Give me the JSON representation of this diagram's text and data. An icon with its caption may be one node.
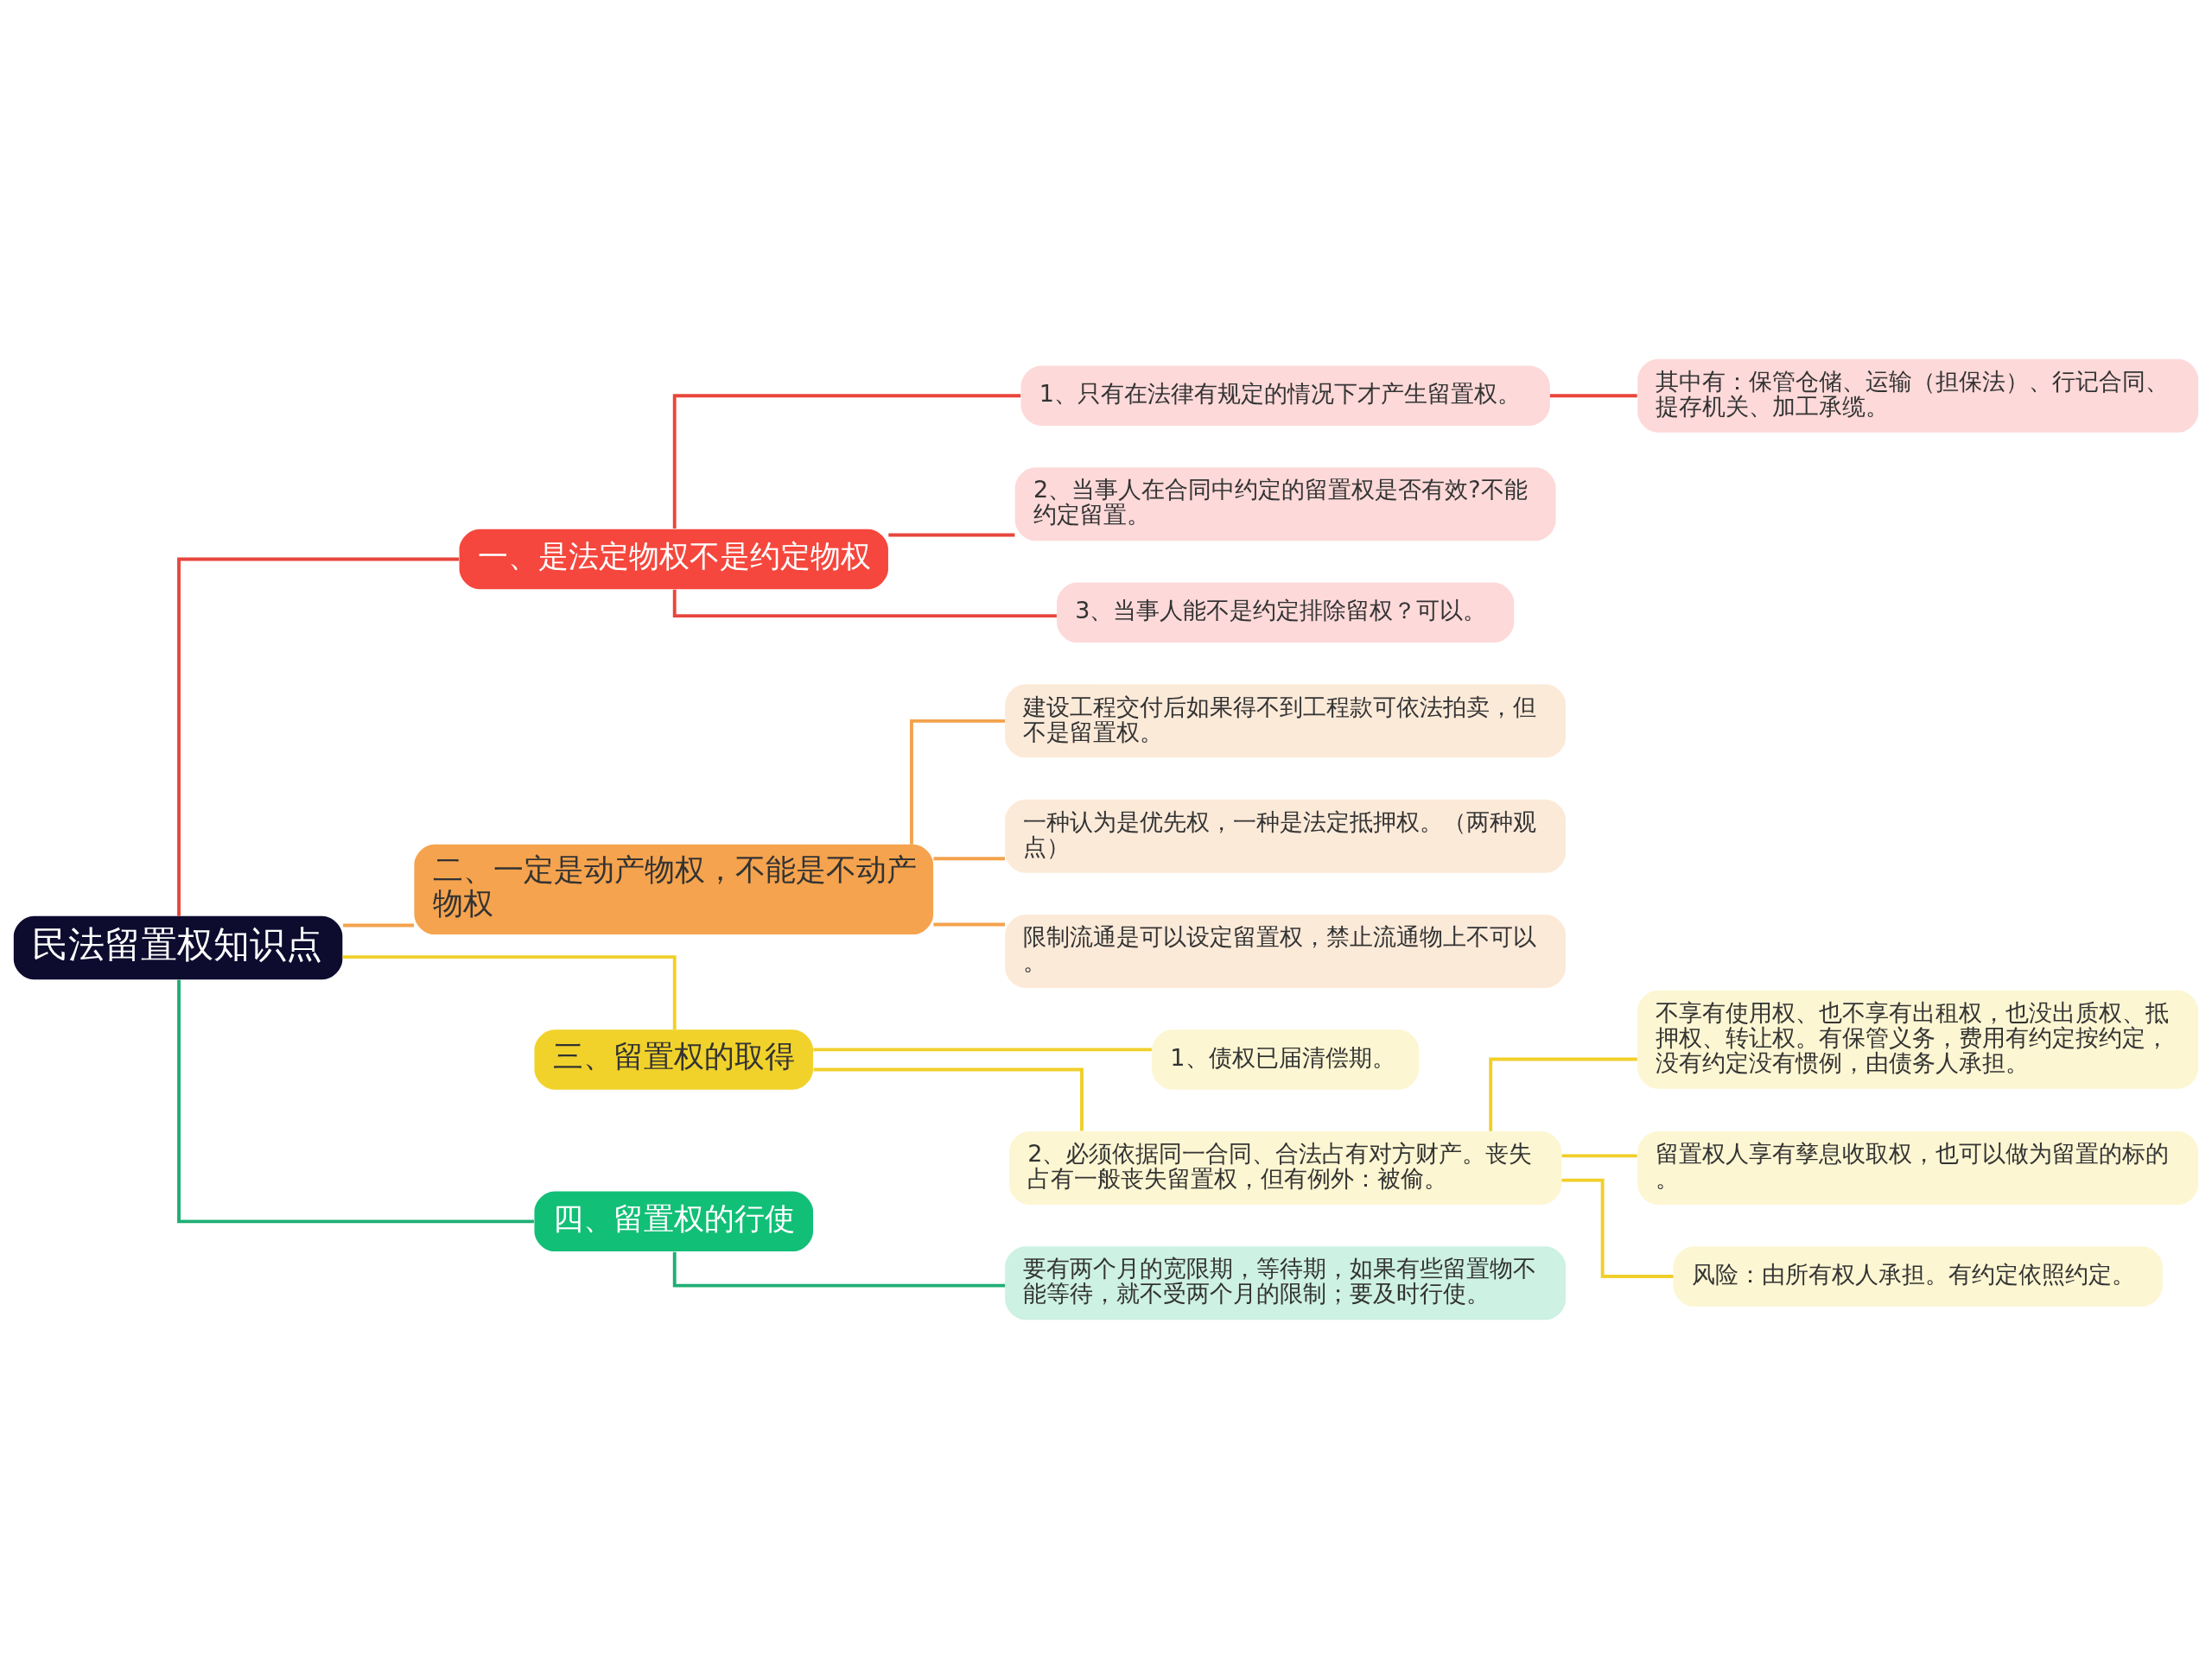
{
  "diagram": {
    "nodes": [
      {
        "text": [
          "民法留置权知识点"
        ]
      },
      {
        "text": [
          "一、是法定物权不是约定物权"
        ]
      },
      {
        "text": [
          "1、只有在法律有规定的情况下才产生留置权。"
        ]
      },
      {
        "text": [
          "其中有：保管仓储、运输（担保法）、行记合同、提存机关、加工承缆。"
        ]
      },
      {
        "text": [
          "2、当事人在合同中约定的留置权是否有效?不能约定留置。"
        ]
      },
      {
        "text": [
          "3、当事人能不是约定排除留权？可以。"
        ]
      },
      {
        "text": [
          "二、一定是动产物权，不能是不动产物权"
        ]
      },
      {
        "text": [
          "建设工程交付后如果得不到工程款可依法拍卖，但不是留置权。"
        ]
      },
      {
        "text": [
          "一种认为是优先权，一种是法定抵押权。（两种观点）"
        ]
      },
      {
        "text": [
          "限制流通是可以设定留置权，禁止流通物上不可以。"
        ]
      },
      {
        "text": [
          "三、留置权的取得"
        ]
      },
      {
        "text": [
          "1、债权已届清偿期。"
        ]
      },
      {
        "text": [
          "2、必须依据同一合同、合法占有对方财产。丧失占有一般丧失留置权，但有例外：被偷。"
        ]
      },
      {
        "text": [
          "不享有使用权、也不享有出租权，也没出质权、抵押权、转让权。有保管义务，费用有约定按约定，没有约定没有惯例，由债务人承担。"
        ]
      },
      {
        "text": [
          "留置权人享有孳息收取权，也可以做为留置的标的。"
        ]
      },
      {
        "text": [
          "风险：由所有权人承担。有约定依照约定。"
        ]
      },
      {
        "text": [
          "四、留置权的行使"
        ]
      },
      {
        "text": [
          "要有两个月的宽限期，等待期，如果有些留置物不能等待，就不受两个月的限制；要及时行使。"
        ]
      }
    ],
    "edges": [
      {
        "from": 0,
        "to": 1,
        "arrow": "none",
        "color": "#e8453c"
      },
      {
        "from": 1,
        "to": 2,
        "arrow": "none",
        "color": "#e8453c"
      },
      {
        "from": 2,
        "to": 3,
        "arrow": "none",
        "color": "#e8453c"
      },
      {
        "from": 1,
        "to": 4,
        "arrow": "none",
        "color": "#e8453c"
      },
      {
        "from": 1,
        "to": 5,
        "arrow": "none",
        "color": "#e8453c"
      },
      {
        "from": 0,
        "to": 6,
        "arrow": "none",
        "color": "#f4a24c"
      },
      {
        "from": 6,
        "to": 7,
        "arrow": "none",
        "color": "#f4a24c"
      },
      {
        "from": 6,
        "to": 8,
        "arrow": "none",
        "color": "#f4a24c"
      },
      {
        "from": 6,
        "to": 9,
        "arrow": "none",
        "color": "#f4a24c"
      },
      {
        "from": 0,
        "to": 10,
        "arrow": "none"
      },
      {
        "from": 10,
        "to": 11,
        "arrow": "none"
      },
      {
        "from": 10,
        "to": 12,
        "arrow": "none"
      },
      {
        "from": 12,
        "to": 13,
        "arrow": "none"
      },
      {
        "from": 12,
        "to": 14,
        "arrow": "none"
      },
      {
        "from": 12,
        "to": 15,
        "arrow": "none"
      },
      {
        "from": 0,
        "to": 16,
        "arrow": "none",
        "color": "#1fae74"
      },
      {
        "from": 16,
        "to": 17,
        "arrow": "none",
        "color": "#1fae74"
      }
    ]
  }
}
